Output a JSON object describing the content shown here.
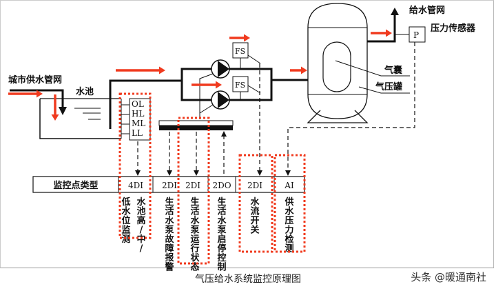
{
  "labels": {
    "city_supply": "城市供水管网",
    "tank": "水池",
    "outlet": "给水管网",
    "pressure_sensor": "压力传感器",
    "airbag": "气囊",
    "pressure_tank": "气压罐",
    "fs1": "FS",
    "fs2": "FS",
    "p": "P",
    "levels": [
      "OL",
      "HL",
      "ML",
      "LL"
    ]
  },
  "table": {
    "header": "监控点类型",
    "cells": [
      "4DI",
      "2DI",
      "2DI",
      "2DO",
      "2DI",
      "AI"
    ],
    "descriptions": [
      [
        "低水位监测",
        "水池高/中/"
      ],
      [
        "生活水泵故障报警"
      ],
      [
        "生活水泵运行状态"
      ],
      [
        "生活水泵启停控制"
      ],
      [
        "水流开关"
      ],
      [
        "供水压力检测"
      ]
    ]
  },
  "caption": "气压给水系统监控原理图",
  "watermark": "头条 @暖通南社",
  "colors": {
    "flow_arrow": "#f03a1e",
    "highlight": "#f03a1e",
    "line": "#111111"
  }
}
